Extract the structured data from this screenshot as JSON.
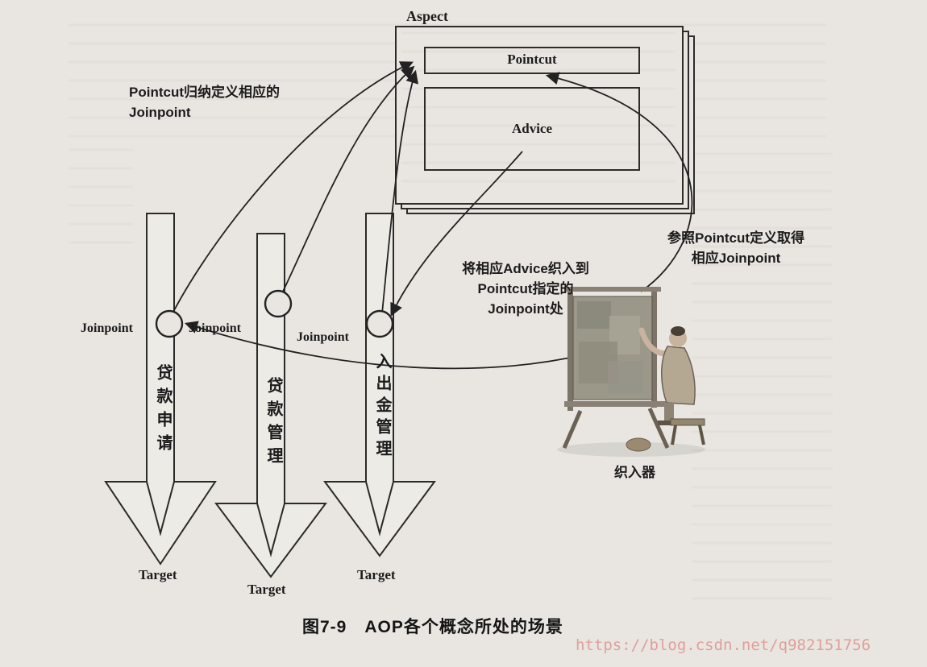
{
  "figure": {
    "caption": "图7-9　AOP各个概念所处的场景",
    "watermark": "https://blog.csdn.net/q982151756"
  },
  "aspect": {
    "label": "Aspect",
    "pointcut": "Pointcut",
    "advice": "Advice"
  },
  "annotations": {
    "pointcut_define_line1": "Pointcut归纳定义相应的",
    "pointcut_define_line2": "Joinpoint",
    "refer_line1": "参照Pointcut定义取得",
    "refer_line2": "相应Joinpoint",
    "weave_line1": "将相应Advice织入到",
    "weave_line2": "Pointcut指定的",
    "weave_line3": "Joinpoint处",
    "weaver": "织入器"
  },
  "bars": [
    {
      "flow": "贷款申请",
      "joinpoint": "Joinpoint",
      "target": "Target"
    },
    {
      "flow": "贷款管理",
      "joinpoint": "Joinpoint",
      "target": "Target"
    },
    {
      "flow": "入出金管理",
      "joinpoint": "Joinpoint",
      "target": "Target"
    }
  ]
}
